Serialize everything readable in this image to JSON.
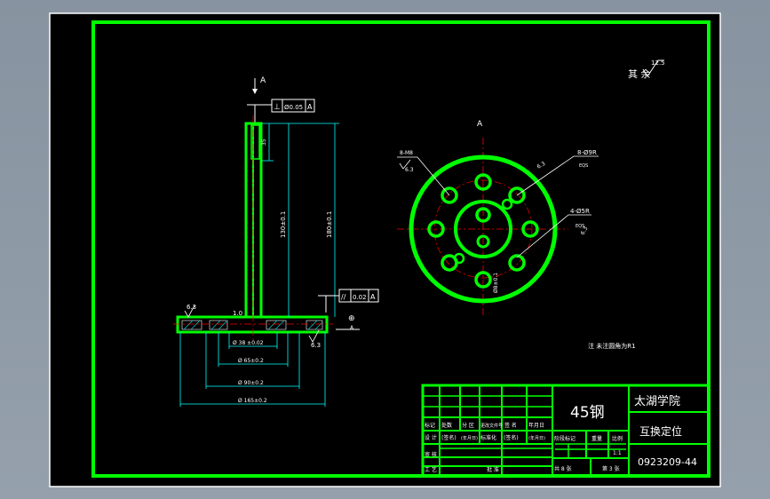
{
  "colors": {
    "frame_bg": "#000000",
    "border": "#ffffff",
    "green": "#00ff00",
    "cyan": "#00ffff",
    "red": "#ff0000",
    "white": "#ffffff",
    "yellow": "#ffff00",
    "hatch": "#00c8c8"
  },
  "roughness_note": {
    "label": "其 余",
    "value": "12.5"
  },
  "section_marks": {
    "arrow_label": "A",
    "view_label": "A"
  },
  "front_view": {
    "perp_callout": {
      "symbol": "⊥",
      "value": "Ø0.05",
      "datum": "A"
    },
    "parallel_callout": {
      "symbol": "//",
      "value": "0.02",
      "datum": "A"
    },
    "dim_top": "35",
    "dim_mid": "130±0.1",
    "dim_full": "180±0.1",
    "dim_small": "1.0",
    "dim_rough_left": "6.3",
    "dim_rough_right": "6.3",
    "datum_mark": "A",
    "dia_dims": [
      "Ø 38 ±0.02",
      "Ø 65±0.2",
      "Ø 90±0.2",
      "Ø 165±0.2"
    ]
  },
  "top_view": {
    "label_left": "8-M8",
    "label_left_rough": "6.3",
    "label_right": "8-Ø9R",
    "label_right_sub": "EQS",
    "label_right_rough": "6.3",
    "label_four": "4-Ø5R",
    "label_four_rough": "6.3",
    "label_four_sub": "EQS",
    "label_vertical": "Ø8±0.1"
  },
  "note": "注  未注圆角为R1",
  "title_block": {
    "material": "45钢",
    "school": "太湖学院",
    "part_name": "互换定位",
    "drawing_no": "0923209-44",
    "row_labels_1": [
      "标记",
      "处数",
      "分 区",
      "更改文件号",
      "签 名",
      "年月日"
    ],
    "row_labels_2": [
      "设 计",
      "(签名)",
      "(年月日)",
      "标准化",
      "(签名)",
      "(年月日)"
    ],
    "row_labels_3": [
      "审 核"
    ],
    "row_labels_4": [
      "工 艺",
      "批 准"
    ],
    "stage_labels": [
      "阶段标记",
      "重量",
      "比例"
    ],
    "scale": "1:1",
    "sheet_total": "共 8 张",
    "sheet_current": "第 3 张"
  }
}
